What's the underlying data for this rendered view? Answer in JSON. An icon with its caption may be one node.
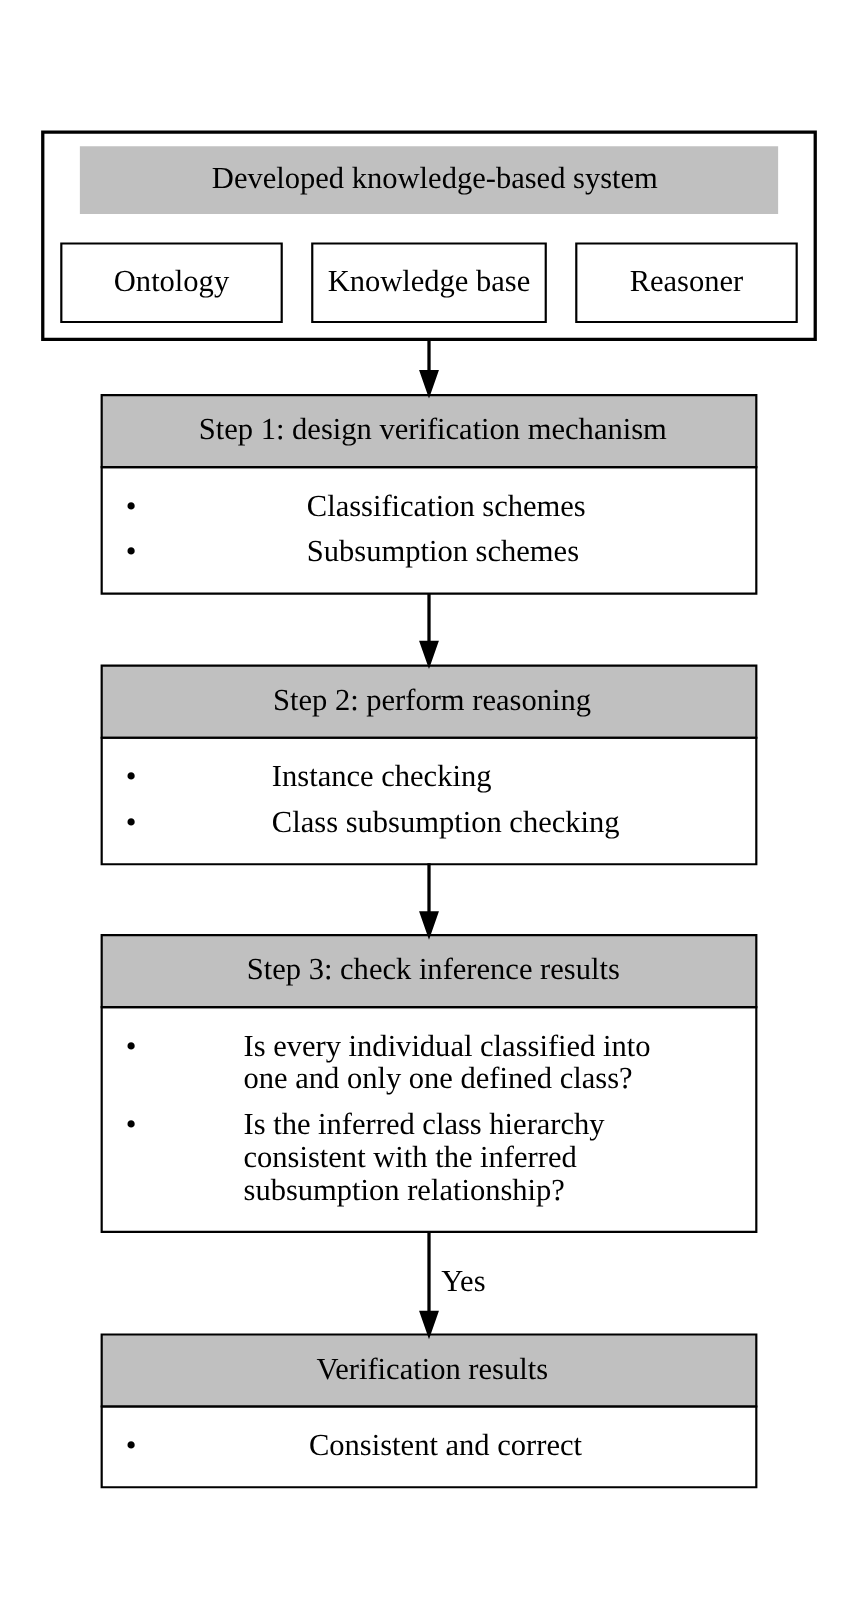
{
  "diagram": {
    "nodes": [
      {
        "text": [
          "Developed knowledge-based system"
        ]
      },
      {
        "text": [
          "Ontology"
        ],
        "in": 0
      },
      {
        "text": [
          "Knowledge base"
        ],
        "in": 0
      },
      {
        "text": [
          "Reasoner"
        ],
        "in": 0
      },
      {
        "text": [
          "Step 1: design verification mechanism",
          "•",
          "Classification schemes",
          "•",
          "Subsumption schemes"
        ]
      },
      {
        "text": [
          "Step 2: perform reasoning",
          "•",
          "Instance checking",
          "•",
          "Class subsumption checking"
        ]
      },
      {
        "text": [
          "Step 3: check inference results",
          "•",
          "Is every individual classified into one and only one defined class?",
          "•",
          "Is the inferred class hierarchy consistent with the inferred subsumption relationship?"
        ]
      },
      {
        "text": [
          "Verification results",
          "•",
          "Consistent and correct"
        ]
      }
    ],
    "edges": [
      {
        "from": 0,
        "to": 4,
        "arrow": "to"
      },
      {
        "from": 4,
        "to": 5,
        "arrow": "to"
      },
      {
        "from": 5,
        "to": 6,
        "arrow": "to"
      },
      {
        "from": 6,
        "to": 7,
        "arrow": "to",
        "label": "Yes"
      }
    ]
  }
}
